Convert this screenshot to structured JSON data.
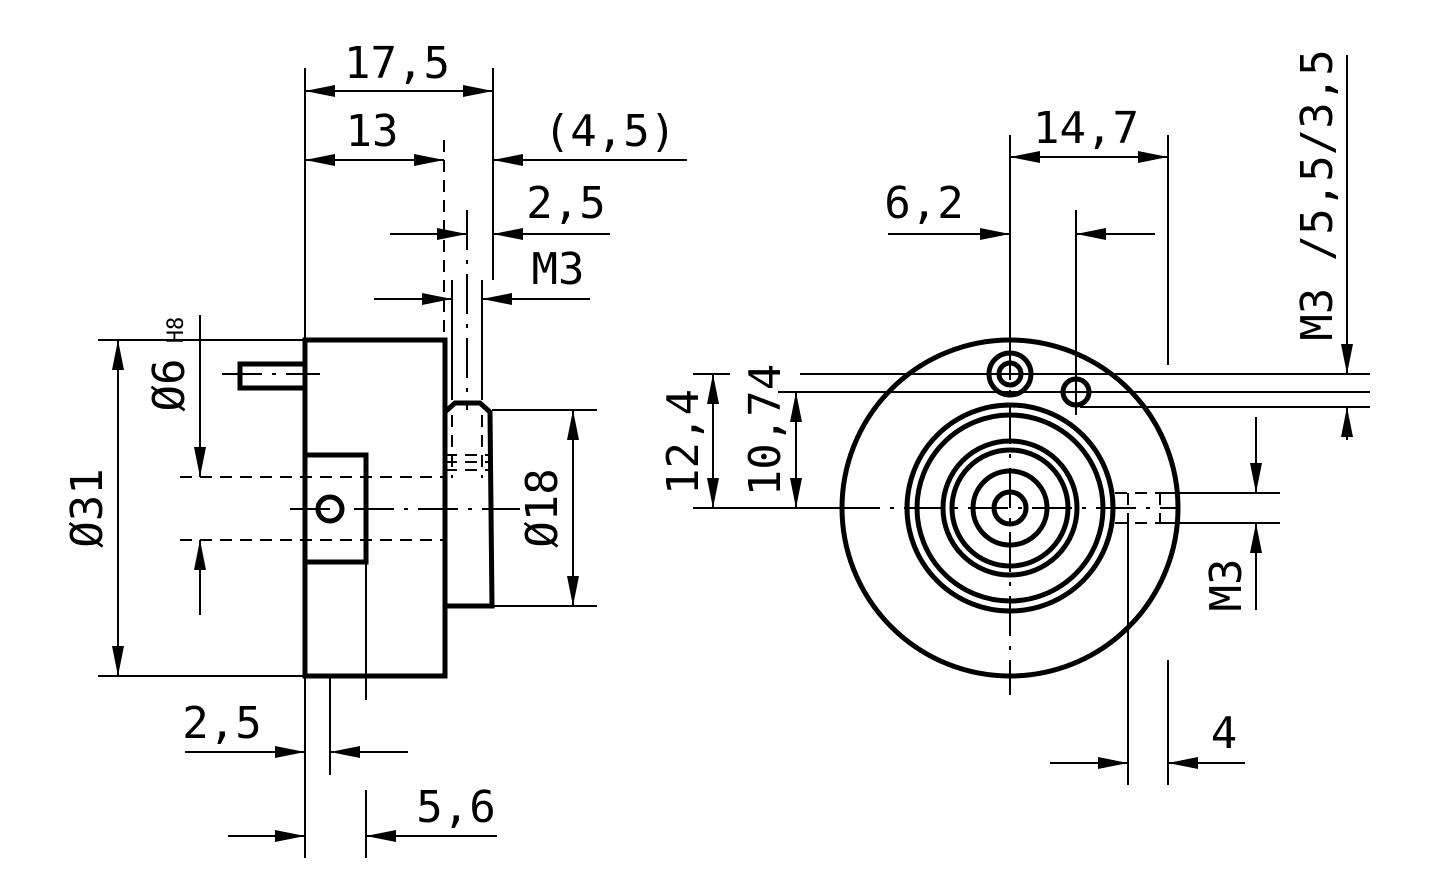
{
  "side_view": {
    "dim_overall": "17,5",
    "dim_body": "13",
    "dim_protrusion": "(4,5)",
    "dim_thread_offset": "2,5",
    "dim_thread": "M3",
    "dim_diameter_31": "Ø31",
    "dim_bore": "Ø6",
    "bore_tolerance": "H8",
    "dim_diameter_18": "Ø18",
    "dim_bottom_left": "2,5",
    "dim_bottom_right": "5,6"
  },
  "front_view": {
    "dim_width": "14,7",
    "dim_hole_offset": "6,2",
    "dim_height_1": "12,4",
    "dim_height_2": "10,74",
    "dim_thread_vertical": "M3",
    "dim_thread_spec": "M3 /5,5/3,5",
    "dim_bottom": "4"
  }
}
